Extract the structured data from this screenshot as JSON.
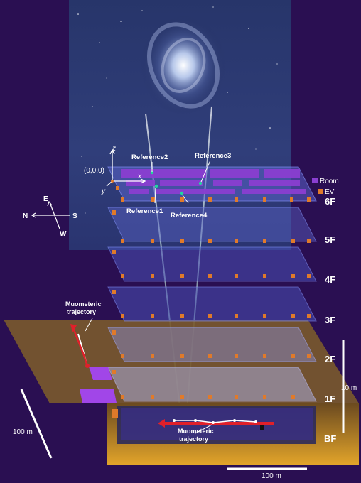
{
  "floors": [
    "6F",
    "5F",
    "4F",
    "3F",
    "2F",
    "1F",
    "BF"
  ],
  "legend": {
    "room": "Room",
    "ev": "EV"
  },
  "references": [
    "Reference1",
    "Reference2",
    "Reference3",
    "Reference4"
  ],
  "origin_label": "(0,0,0)",
  "axes": {
    "x": "x",
    "y": "y",
    "z": "z"
  },
  "compass": {
    "north": "N",
    "south": "S",
    "east": "E",
    "west": "W"
  },
  "annotations": {
    "trajectory_top_line1": "Muometeric",
    "trajectory_top_line2": "trajectory",
    "trajectory_bottom_line1": "Muometeric",
    "trajectory_bottom_line2": "trajectory"
  },
  "scales": {
    "left_100m": "100 m",
    "bottom_100m": "100 m",
    "vertical_10m": "10 m"
  },
  "colors": {
    "background": "#2a0f52",
    "room": "#8a3fd1",
    "ev": "#e07a2a",
    "ground": "#7a5a2c",
    "trajectory": "#e0202a"
  }
}
